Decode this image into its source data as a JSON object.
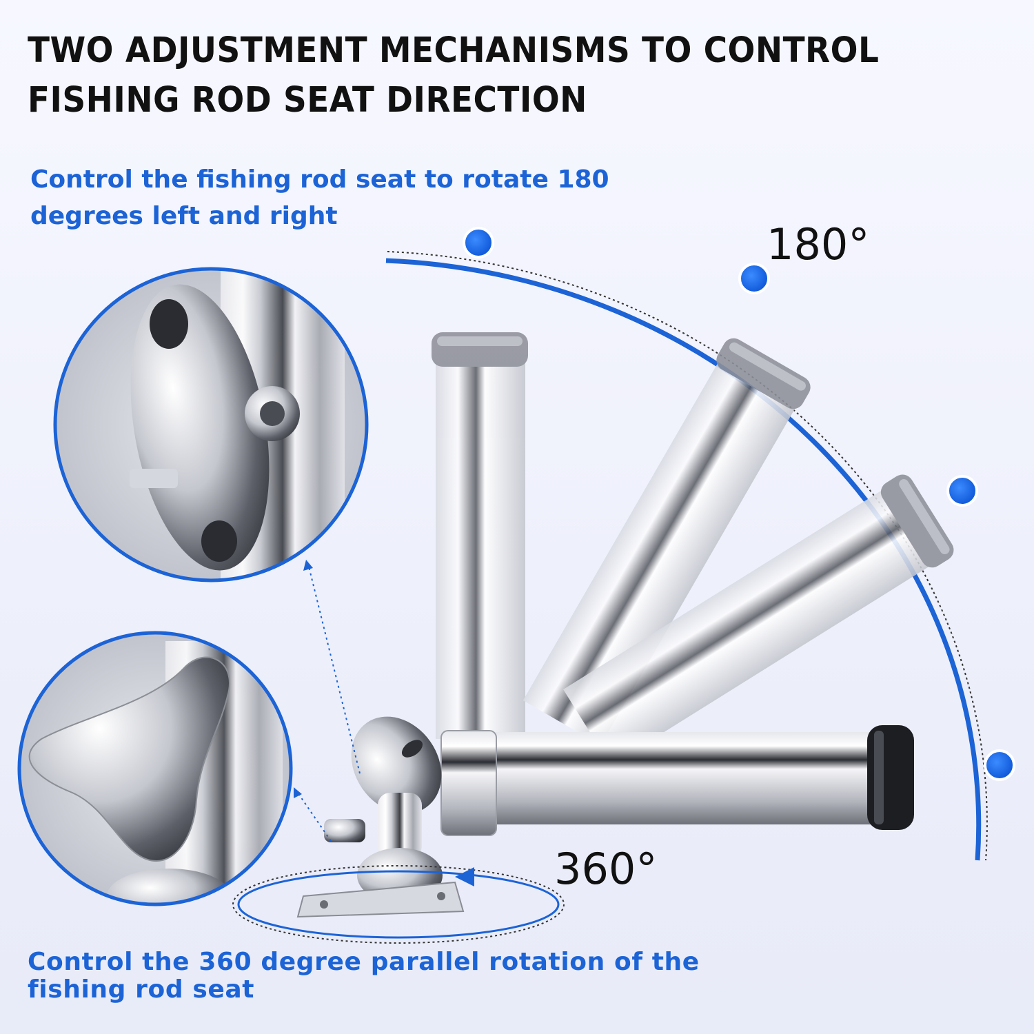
{
  "headline": "TWO ADJUSTMENT MECHANISMS TO CONTROL FISHING ROD SEAT DIRECTION",
  "captions": {
    "top": "Control the fishing rod seat to rotate 180 degrees left and right",
    "bottom": "Control the 360 degree parallel rotation of the fishing rod seat"
  },
  "angle_labels": {
    "top_arc": "180°",
    "base_ring": "360°"
  },
  "colors": {
    "accent": "#1c63d6",
    "headline": "#111111",
    "background": "#f2f4fd"
  },
  "images": {
    "product": "stainless steel adjustable fishing rod holder",
    "detail_top": "tilt lock mechanism close-up",
    "detail_bottom": "star knob swivel close-up"
  }
}
